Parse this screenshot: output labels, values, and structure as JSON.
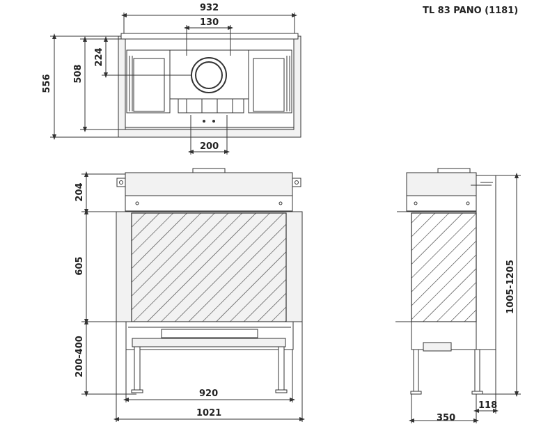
{
  "title": "TL 83 PANO (1181)",
  "top_view": {
    "dims": {
      "width": "932",
      "flue_diameter": "130",
      "depth_total": "556",
      "depth_body": "508",
      "flue_offset": "224",
      "rear_vent": "200"
    }
  },
  "front_view": {
    "dims": {
      "top_height": "204",
      "glass_height": "605",
      "leg_height": "200-400",
      "frame_width": "920",
      "total_width": "1021"
    }
  },
  "side_view": {
    "dims": {
      "total_height": "1005-1205",
      "depth": "350",
      "offset": "118"
    }
  },
  "colors": {
    "line": "#333333",
    "fill_light": "#f2f2f2",
    "fill_mid": "#e6e6e6"
  }
}
